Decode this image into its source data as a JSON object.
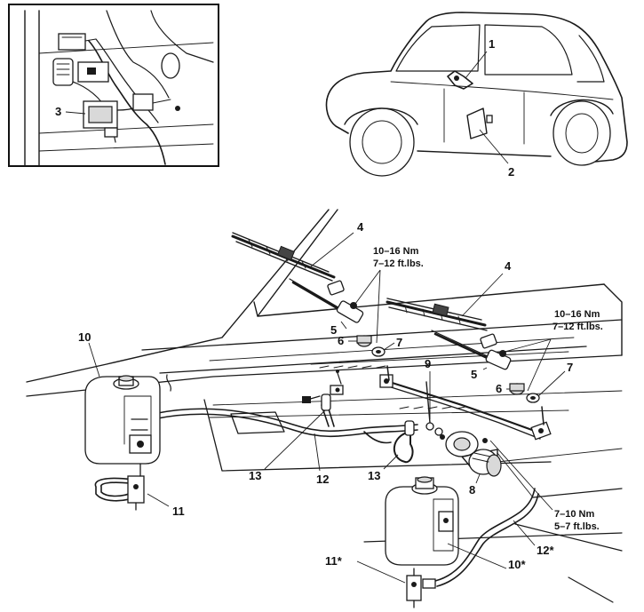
{
  "callouts": {
    "c1": "1",
    "c2": "2",
    "c3": "3",
    "c4a": "4",
    "c4b": "4",
    "c5a": "5",
    "c5b": "5",
    "c6a": "6",
    "c6b": "6",
    "c7a": "7",
    "c7b": "7",
    "c8": "8",
    "c9": "9",
    "c10": "10",
    "c10s": "10*",
    "c11": "11",
    "c11s": "11*",
    "c12": "12",
    "c12s": "12*",
    "c13a": "13",
    "c13b": "13"
  },
  "torques": {
    "arm_left_nm": "10–16 Nm",
    "arm_left_ftlbs": "7–12 ft.lbs.",
    "arm_right_nm": "10–16 Nm",
    "arm_right_ftlbs": "7–12 ft.lbs.",
    "motor_nm": "7–10 Nm",
    "motor_ftlbs": "5–7 ft.lbs."
  }
}
